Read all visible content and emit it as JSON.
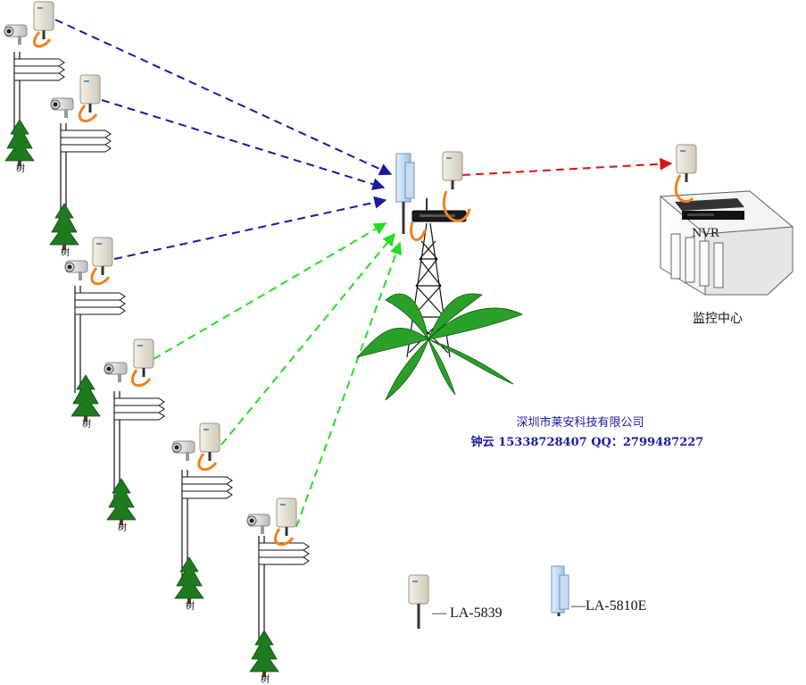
{
  "company": {
    "name": "深圳市莱安科技有限公司",
    "contact": "钟云 15338728407  QQ：2799487227"
  },
  "center": {
    "label": "监控中心",
    "nvr_label": "NVR"
  },
  "tree_label": "树",
  "legend": {
    "item1": "—  LA-5839",
    "item2": "—LA-5810E"
  },
  "colors": {
    "blue_link": "#1a1aa0",
    "green_link": "#22dd22",
    "red_link": "#dd1111",
    "cable": "#f08020",
    "tree": "#1e7a1e"
  },
  "cameras": [
    {
      "id": "cam1",
      "link": "blue"
    },
    {
      "id": "cam2",
      "link": "blue"
    },
    {
      "id": "cam3",
      "link": "blue"
    },
    {
      "id": "cam4",
      "link": "green"
    },
    {
      "id": "cam5",
      "link": "green"
    },
    {
      "id": "cam6",
      "link": "green"
    }
  ]
}
